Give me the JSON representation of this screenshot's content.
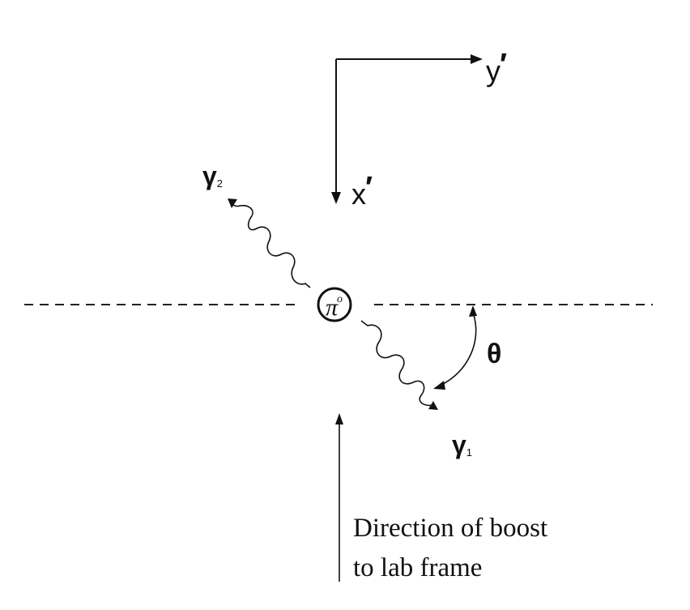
{
  "axes": {
    "y_label": {
      "main": "y",
      "prime": "′"
    },
    "x_label": {
      "main": "x",
      "prime": "′"
    }
  },
  "particle": {
    "symbol": "π",
    "superscript": "o"
  },
  "photons": [
    {
      "symbol": "γ",
      "subscript": "2"
    },
    {
      "symbol": "γ",
      "subscript": "1"
    }
  ],
  "angle": {
    "symbol": "θ"
  },
  "boost": {
    "line1": "Direction of boost",
    "line2": "to lab frame"
  }
}
